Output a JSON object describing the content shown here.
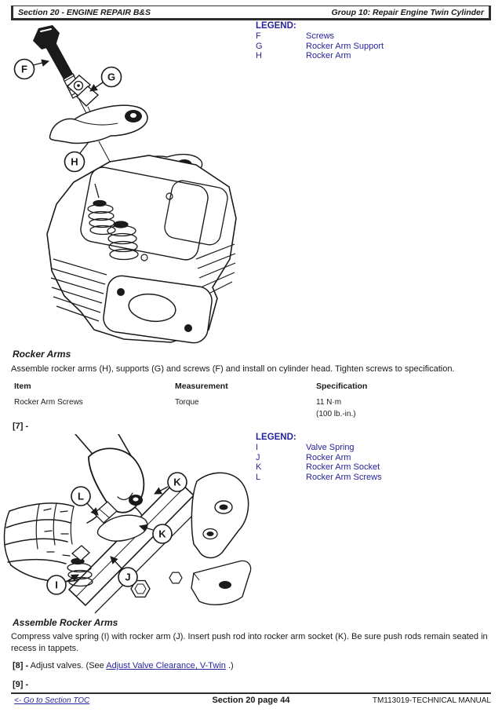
{
  "header": {
    "left_title": "Section 20 - ENGINE REPAIR B&S",
    "right_title": "Group 10: Repair Engine Twin Cylinder"
  },
  "legend_top": {
    "title": "LEGEND:",
    "entries": [
      {
        "key": "F",
        "label": "Screws"
      },
      {
        "key": "G",
        "label": "Rocker Arm Support"
      },
      {
        "key": "H",
        "label": "Rocker Arm"
      }
    ]
  },
  "diagram_top": {
    "callout_f": "F",
    "callout_g": "G",
    "callout_h": "H"
  },
  "rocker_arms_section": {
    "heading": "Rocker Arms",
    "body": "Assemble rocker arms (H), supports (G) and screws (F) and install on cylinder head. Tighten screws to specification.",
    "table": {
      "col_item": "Item",
      "col_measurement": "Measurement",
      "col_specification": "Specification",
      "row_item": "Rocker Arm Screws",
      "row_measurement": "Torque",
      "row_spec_metric": "11 N·m",
      "row_spec_imperial": "(100 lb.-in.)"
    }
  },
  "step_7": "[7] -",
  "legend_bottom": {
    "title": "LEGEND:",
    "entries": [
      {
        "key": "I",
        "label": "Valve Spring"
      },
      {
        "key": "J",
        "label": "Rocker Arm"
      },
      {
        "key": "K",
        "label": "Rocker Arm Socket"
      },
      {
        "key": "L",
        "label": "Rocker Arm Screws"
      }
    ]
  },
  "diagram_bottom": {
    "callout_i": "I",
    "callout_j": "J",
    "callout_k1": "K",
    "callout_k2": "K",
    "callout_l": "L"
  },
  "assemble_section": {
    "heading": "Assemble Rocker Arms",
    "body": "Compress valve spring (I) with rocker arm (J). Insert push rod into rocker arm socket (K). Be sure push rods remain seated in recess in tappets."
  },
  "step_8": {
    "prefix": "[8] -",
    "before_link": " Adjust valves. (See ",
    "link_text": "Adjust Valve Clearance, V-Twin",
    "after_link": " .)"
  },
  "step_9": "[9] -",
  "footer": {
    "toc_link": "<- Go to Section TOC",
    "page_label": "Section 20 page 44",
    "manual_label": "TM113019-TECHNICAL MANUAL"
  },
  "colors": {
    "legend_blue": "#28249c",
    "ink": "#1a1a1a"
  }
}
